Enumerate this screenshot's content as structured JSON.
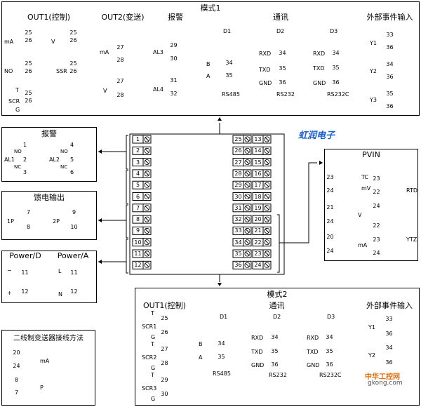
{
  "mode1": {
    "title": "模式1",
    "sections": {
      "out1": "OUT1(控制)",
      "out2": "OUT2(变送)",
      "alarm": "报警",
      "comm": "通讯",
      "ext": "外部事件输入"
    },
    "comm_cols": {
      "d1": "D1",
      "d2": "D2",
      "d3": "D3"
    },
    "protocols": {
      "d1": "RS485",
      "d2": "RS232",
      "d3": "RS232C"
    }
  },
  "mode2": {
    "title": "模式2",
    "sections": {
      "out1": "OUT1(控制)",
      "comm": "通讯",
      "ext": "外部事件输入"
    },
    "comm_cols": {
      "d1": "D1",
      "d2": "D2",
      "d3": "D3"
    },
    "protocols": {
      "d1": "RS485",
      "d2": "RS232",
      "d3": "RS232C"
    }
  },
  "panels": {
    "alarm": "报警",
    "feed": "馈电输出",
    "power_d": "Power/D",
    "power_a": "Power/A",
    "pvin": "PVIN",
    "twowire": "二线制变送器接线方法"
  },
  "labels": {
    "ma": "mA",
    "v": "V",
    "no": "NO",
    "nc": "NC",
    "ssr": "SSR",
    "scr": "SCR",
    "g": "G",
    "t": "T",
    "al1": "AL1",
    "al2": "AL2",
    "al3": "AL3",
    "al4": "AL4",
    "rxd": "RXD",
    "txd": "TXD",
    "gnd": "GND",
    "b": "B",
    "a": "A",
    "y1": "Y1",
    "y2": "Y2",
    "y3": "Y3",
    "p1": "1P",
    "p2": "2P",
    "l": "L",
    "n": "N",
    "minus": "−",
    "plus": "+",
    "tc": "TC",
    "mv": "mV",
    "rtd": "RTD",
    "ytz": "YTZ",
    "scr1": "SCR1",
    "scr2": "SCR2",
    "scr3": "SCR3",
    "p": "P"
  },
  "brand": "虹润电子",
  "watermark": {
    "top": "中华工控网",
    "bottom": "gkong.com"
  },
  "terminals": {
    "left_col": [
      "1",
      "2",
      "3",
      "4",
      "5",
      "6",
      "7",
      "8",
      "9",
      "10",
      "11",
      "12"
    ],
    "right_col_a": [
      "25",
      "26",
      "27",
      "28",
      "29",
      "30",
      "31",
      "32",
      "33",
      "34",
      "35",
      "36"
    ],
    "right_col_b": [
      "13",
      "14",
      "15",
      "16",
      "17",
      "18",
      "19",
      "20",
      "21",
      "22",
      "23",
      "24"
    ]
  },
  "colors": {
    "line": "#000000",
    "brand": "#1a5fd0",
    "watermark": "#e07010"
  }
}
